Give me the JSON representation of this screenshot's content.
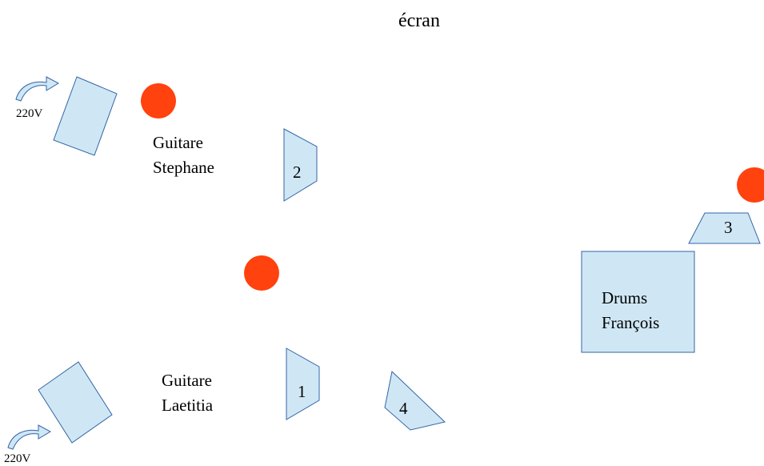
{
  "title": "écran",
  "shape_fill": "#cfe7f5",
  "shape_stroke": "#3465a4",
  "spot_fill": "#ff420e",
  "power": {
    "top_label": "220V",
    "bottom_label": "220V"
  },
  "musicians": {
    "stephane": {
      "line1": "Guitare",
      "line2": "Stephane"
    },
    "laetitia": {
      "line1": "Guitare",
      "line2": "Laetitia"
    },
    "francois": {
      "line1": "Drums",
      "line2": "François"
    }
  },
  "monitors": {
    "m1": "1",
    "m2": "2",
    "m3": "3",
    "m4": "4"
  }
}
